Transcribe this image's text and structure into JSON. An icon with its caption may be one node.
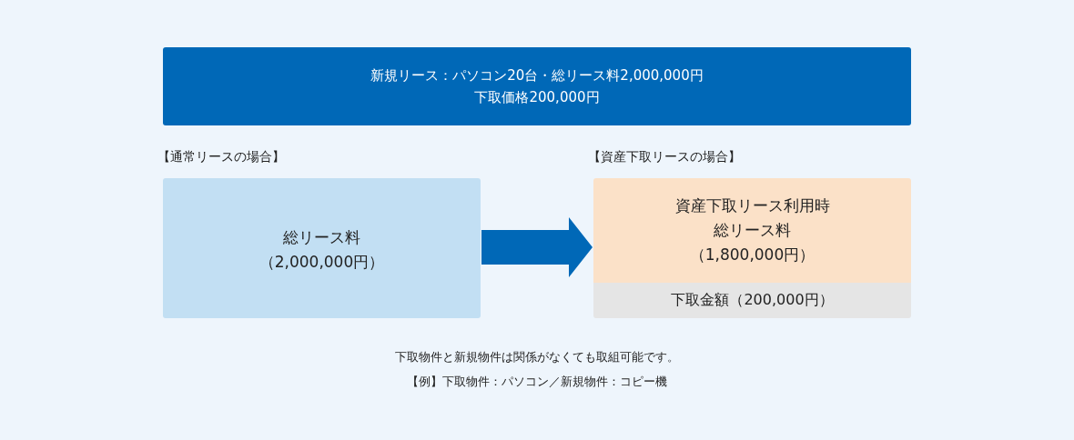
{
  "diagram": {
    "nodes": [
      {
        "text": [
          "新規リース：パソコン20台・総リース料2,000,000円",
          "下取価格200,000円"
        ]
      },
      {
        "text": [
          "【通常リースの場合】",
          "総リース料",
          "（2,000,000円）"
        ]
      },
      {
        "text": [
          "【資産下取リースの場合】"
        ]
      },
      {
        "text": [
          "資産下取リース利用時総リース料",
          "（1,800,000円）"
        ],
        "in": 2
      },
      {
        "text": [
          "下取金額（200,000円）"
        ],
        "in": 2
      }
    ],
    "edges": [
      {
        "from": 1,
        "to": 2,
        "arrow": "to",
        "style": "thick"
      }
    ],
    "labels": [
      "下取物件と新規物件は関係がなくても取組可能です。",
      "【例】下取物件：パソコン／新規物件：コピー機"
    ]
  }
}
